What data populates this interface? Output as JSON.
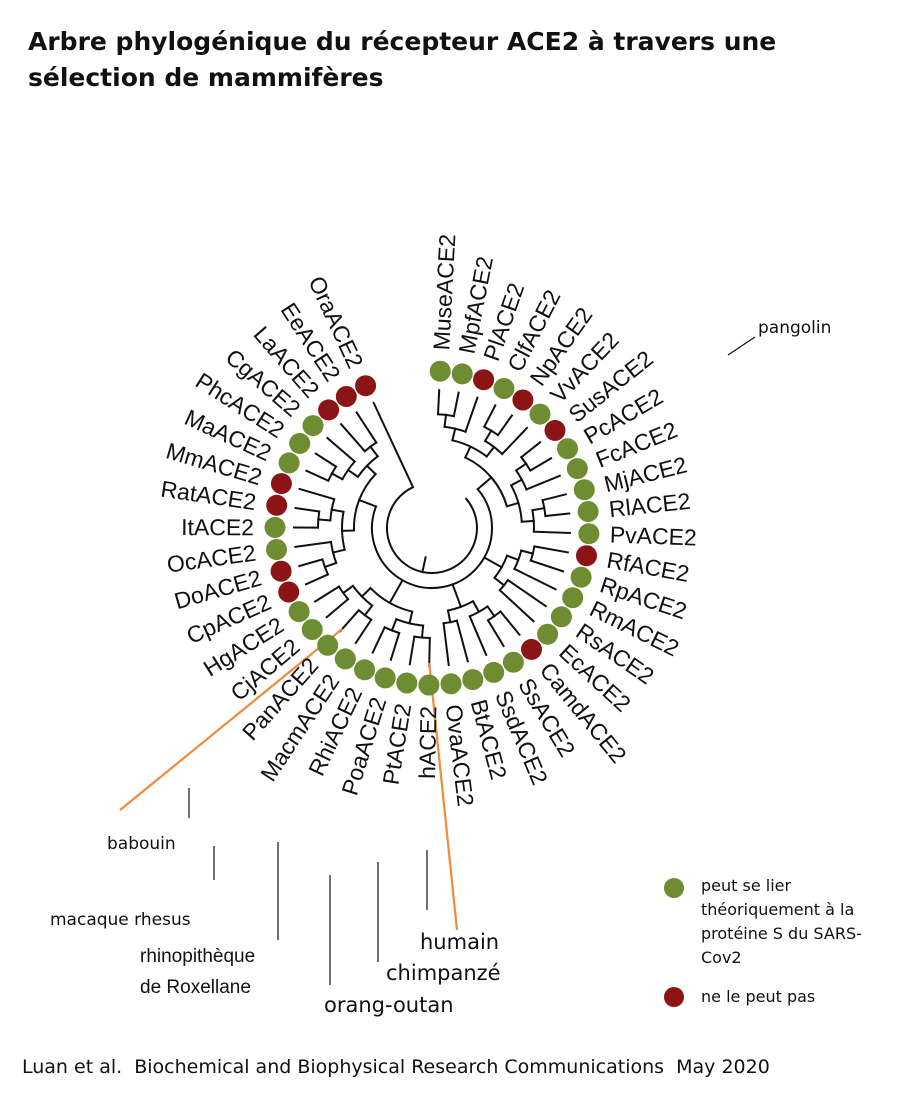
{
  "title": "Arbre phylogénique du récepteur ACE2 à travers une sélection de mammifères",
  "colors": {
    "green": "#6e8c32",
    "red": "#8c1414",
    "orange": "#f08a3c",
    "branch": "#111111"
  },
  "legend": {
    "green_label": "peut se lier théoriquement à la protéine S du SARS-Cov2",
    "red_label": "ne le peut pas"
  },
  "leaves": [
    {
      "label": "MuseACE2",
      "binds": true
    },
    {
      "label": "MpfACE2",
      "binds": true
    },
    {
      "label": "PlACE2",
      "binds": false
    },
    {
      "label": "ClfACE2",
      "binds": true
    },
    {
      "label": "NpACE2",
      "binds": false
    },
    {
      "label": "VvACE2",
      "binds": true
    },
    {
      "label": "SusACE2",
      "binds": false
    },
    {
      "label": "PcACE2",
      "binds": true
    },
    {
      "label": "FcACE2",
      "binds": true
    },
    {
      "label": "MjACE2",
      "binds": true
    },
    {
      "label": "RlACE2",
      "binds": true
    },
    {
      "label": "PvACE2",
      "binds": true
    },
    {
      "label": "RfACE2",
      "binds": false
    },
    {
      "label": "RpACE2",
      "binds": true
    },
    {
      "label": "RmACE2",
      "binds": true
    },
    {
      "label": "RsACE2",
      "binds": true
    },
    {
      "label": "EcACE2",
      "binds": true
    },
    {
      "label": "CamdACE2",
      "binds": false
    },
    {
      "label": "SsACE2",
      "binds": true
    },
    {
      "label": "SsdACE2",
      "binds": true
    },
    {
      "label": "BtACE2",
      "binds": true
    },
    {
      "label": "OvaACE2",
      "binds": true
    },
    {
      "label": "hACE2",
      "binds": true
    },
    {
      "label": "PtACE2",
      "binds": true
    },
    {
      "label": "PoaACE2",
      "binds": true
    },
    {
      "label": "RhiACE2",
      "binds": true
    },
    {
      "label": "MacmACE2",
      "binds": true
    },
    {
      "label": "PanACE2",
      "binds": true
    },
    {
      "label": "CjACE2",
      "binds": true
    },
    {
      "label": "HgACE2",
      "binds": true
    },
    {
      "label": "CpACE2",
      "binds": false
    },
    {
      "label": "DoACE2",
      "binds": false
    },
    {
      "label": "OcACE2",
      "binds": true
    },
    {
      "label": "ItACE2",
      "binds": true
    },
    {
      "label": "RatACE2",
      "binds": false
    },
    {
      "label": "MmACE2",
      "binds": false
    },
    {
      "label": "MaACE2",
      "binds": true
    },
    {
      "label": "PhcACE2",
      "binds": true
    },
    {
      "label": "CgACE2",
      "binds": true
    },
    {
      "label": "LaACE2",
      "binds": false
    },
    {
      "label": "EeACE2",
      "binds": false
    },
    {
      "label": "OraACE2",
      "binds": false
    }
  ],
  "annotations": {
    "pangolin": "pangolin",
    "babouin": "babouin",
    "macaque": "macaque rhesus",
    "rhino": "rhinopithèque de Roxellane",
    "orang": "orang-outan",
    "chimp": "chimpanzé",
    "humain": "humain"
  },
  "citation": "Luan et al.  Biochemical and Biophysical Research Communications  May 2020"
}
